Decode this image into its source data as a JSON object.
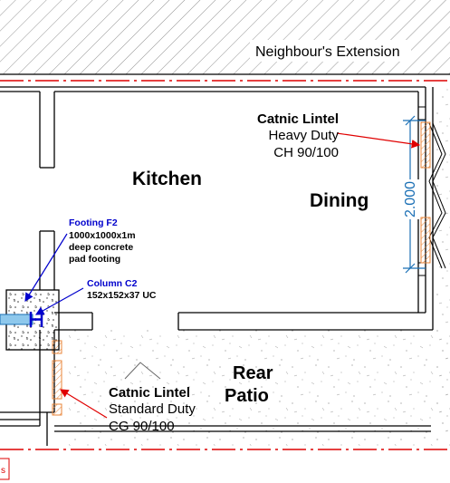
{
  "rooms": {
    "neighbour": "Neighbour's Extension",
    "kitchen": "Kitchen",
    "dining": "Dining",
    "patio_line1": "Rear",
    "patio_line2": "Patio"
  },
  "lintel_heavy": {
    "title": "Catnic Lintel",
    "duty": "Heavy Duty",
    "code": "CH 90/100"
  },
  "lintel_standard": {
    "title": "Catnic Lintel",
    "duty": "Standard Duty",
    "code": "CG 90/100"
  },
  "footing": {
    "title": "Footing F2",
    "line1": "1000x1000x1m",
    "line2": "deep concrete",
    "line3": "pad footing"
  },
  "column": {
    "title": "Column C2",
    "size": "152x152x37 UC"
  },
  "dimension": "2.000",
  "corner_text": "s",
  "colors": {
    "annotation_blue": "#0000cc",
    "leader_red": "#e00000",
    "lintel_orange": "#e8863a",
    "boundary_red": "#dd0000",
    "dimension_blue": "#1a6fb5"
  }
}
